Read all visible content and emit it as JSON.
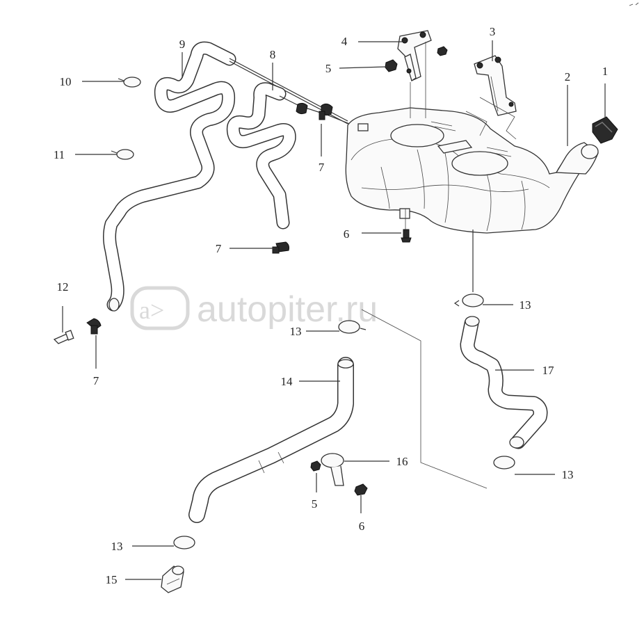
{
  "watermark": {
    "text": "autopiter.ru",
    "logo_glyph": "a>"
  },
  "callouts": [
    {
      "key": "c1",
      "label": "1"
    },
    {
      "key": "c2",
      "label": "2"
    },
    {
      "key": "c3",
      "label": "3"
    },
    {
      "key": "c4",
      "label": "4"
    },
    {
      "key": "c5a",
      "label": "5"
    },
    {
      "key": "c6a",
      "label": "6"
    },
    {
      "key": "c7a",
      "label": "7"
    },
    {
      "key": "c7b",
      "label": "7"
    },
    {
      "key": "c7c",
      "label": "7"
    },
    {
      "key": "c8",
      "label": "8"
    },
    {
      "key": "c9",
      "label": "9"
    },
    {
      "key": "c10",
      "label": "10"
    },
    {
      "key": "c11",
      "label": "11"
    },
    {
      "key": "c12",
      "label": "12"
    },
    {
      "key": "c13a",
      "label": "13"
    },
    {
      "key": "c13b",
      "label": "13"
    },
    {
      "key": "c13c",
      "label": "13"
    },
    {
      "key": "c13d",
      "label": "13"
    },
    {
      "key": "c14",
      "label": "14"
    },
    {
      "key": "c15",
      "label": "15"
    },
    {
      "key": "c16",
      "label": "16"
    },
    {
      "key": "c17",
      "label": "17"
    },
    {
      "key": "c5b",
      "label": "5"
    },
    {
      "key": "c6b",
      "label": "6"
    }
  ],
  "parts": [
    {
      "number": "1",
      "name": "filler-cap"
    },
    {
      "number": "2",
      "name": "expansion-tank"
    },
    {
      "number": "3",
      "name": "mounting-bracket"
    },
    {
      "number": "4",
      "name": "mounting-bracket"
    },
    {
      "number": "5",
      "name": "nut"
    },
    {
      "number": "6",
      "name": "bolt"
    },
    {
      "number": "7",
      "name": "elbow-fitting"
    },
    {
      "number": "8",
      "name": "vent-hose"
    },
    {
      "number": "9",
      "name": "vent-hose"
    },
    {
      "number": "10",
      "name": "hose-clip"
    },
    {
      "number": "11",
      "name": "hose-clip"
    },
    {
      "number": "12",
      "name": "bleed-fitting"
    },
    {
      "number": "13",
      "name": "hose-clamp"
    },
    {
      "number": "14",
      "name": "coolant-hose"
    },
    {
      "number": "15",
      "name": "hose-connector"
    },
    {
      "number": "16",
      "name": "hose-bracket"
    },
    {
      "number": "17",
      "name": "outlet-hose"
    }
  ]
}
